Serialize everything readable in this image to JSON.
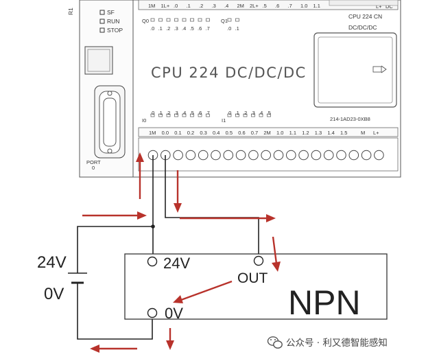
{
  "plc": {
    "side_label": "R1",
    "led_sf": "SF",
    "led_run": "RUN",
    "led_stop": "STOP",
    "port_label": "PORT",
    "port_number": "0",
    "top_terminal_labels": [
      "1M",
      "1L+",
      ".0",
      ".1",
      ".2",
      ".3",
      ".4",
      "2M",
      "2L+",
      ".5",
      ".6",
      ".7",
      "1.0",
      "1.1"
    ],
    "q0_label": "Q0",
    "q1_label": "Q1",
    "q0_bits": [
      ".0",
      ".1",
      ".2",
      ".3",
      ".4",
      ".5",
      ".6",
      ".7"
    ],
    "q1_bits": [
      ".0",
      ".1"
    ],
    "model_small": "CPU 224 CN",
    "voltage_small": "DC/DC/DC",
    "model_big": "CPU 224 DC/DC/DC",
    "i0_label": "I0",
    "i1_label": "I1",
    "i0_bits": [
      ".0",
      ".1",
      ".2",
      ".3",
      ".4",
      ".5",
      ".6",
      ".7"
    ],
    "i1_bits": [
      ".0",
      ".1",
      ".2",
      ".3",
      ".4",
      ".5"
    ],
    "order_number": "214-1AD23-0XB8",
    "bottom_terminal_labels": [
      "1M",
      "0.0",
      "0.1",
      "0.2",
      "0.3",
      "0.4",
      "0.5",
      "0.6",
      "0.7",
      "2M",
      "1.0",
      "1.1",
      "1.2",
      "1.3",
      "1.4",
      "1.5"
    ],
    "sensor_supply_m": "M",
    "sensor_supply_lplus": "L+",
    "top_right_l": "L+",
    "top_right_dc": "DC"
  },
  "power": {
    "label_24v": "24V",
    "label_0v": "0V"
  },
  "sensor": {
    "type_label": "NPN",
    "pin_24v": "24V",
    "pin_out": "OUT",
    "pin_0v": "0V"
  },
  "watermark": {
    "text": "公众号 · 利又德智能感知"
  },
  "colors": {
    "current_arrow": "#b8322b",
    "wire": "#222222",
    "plc_outline": "#555555"
  }
}
